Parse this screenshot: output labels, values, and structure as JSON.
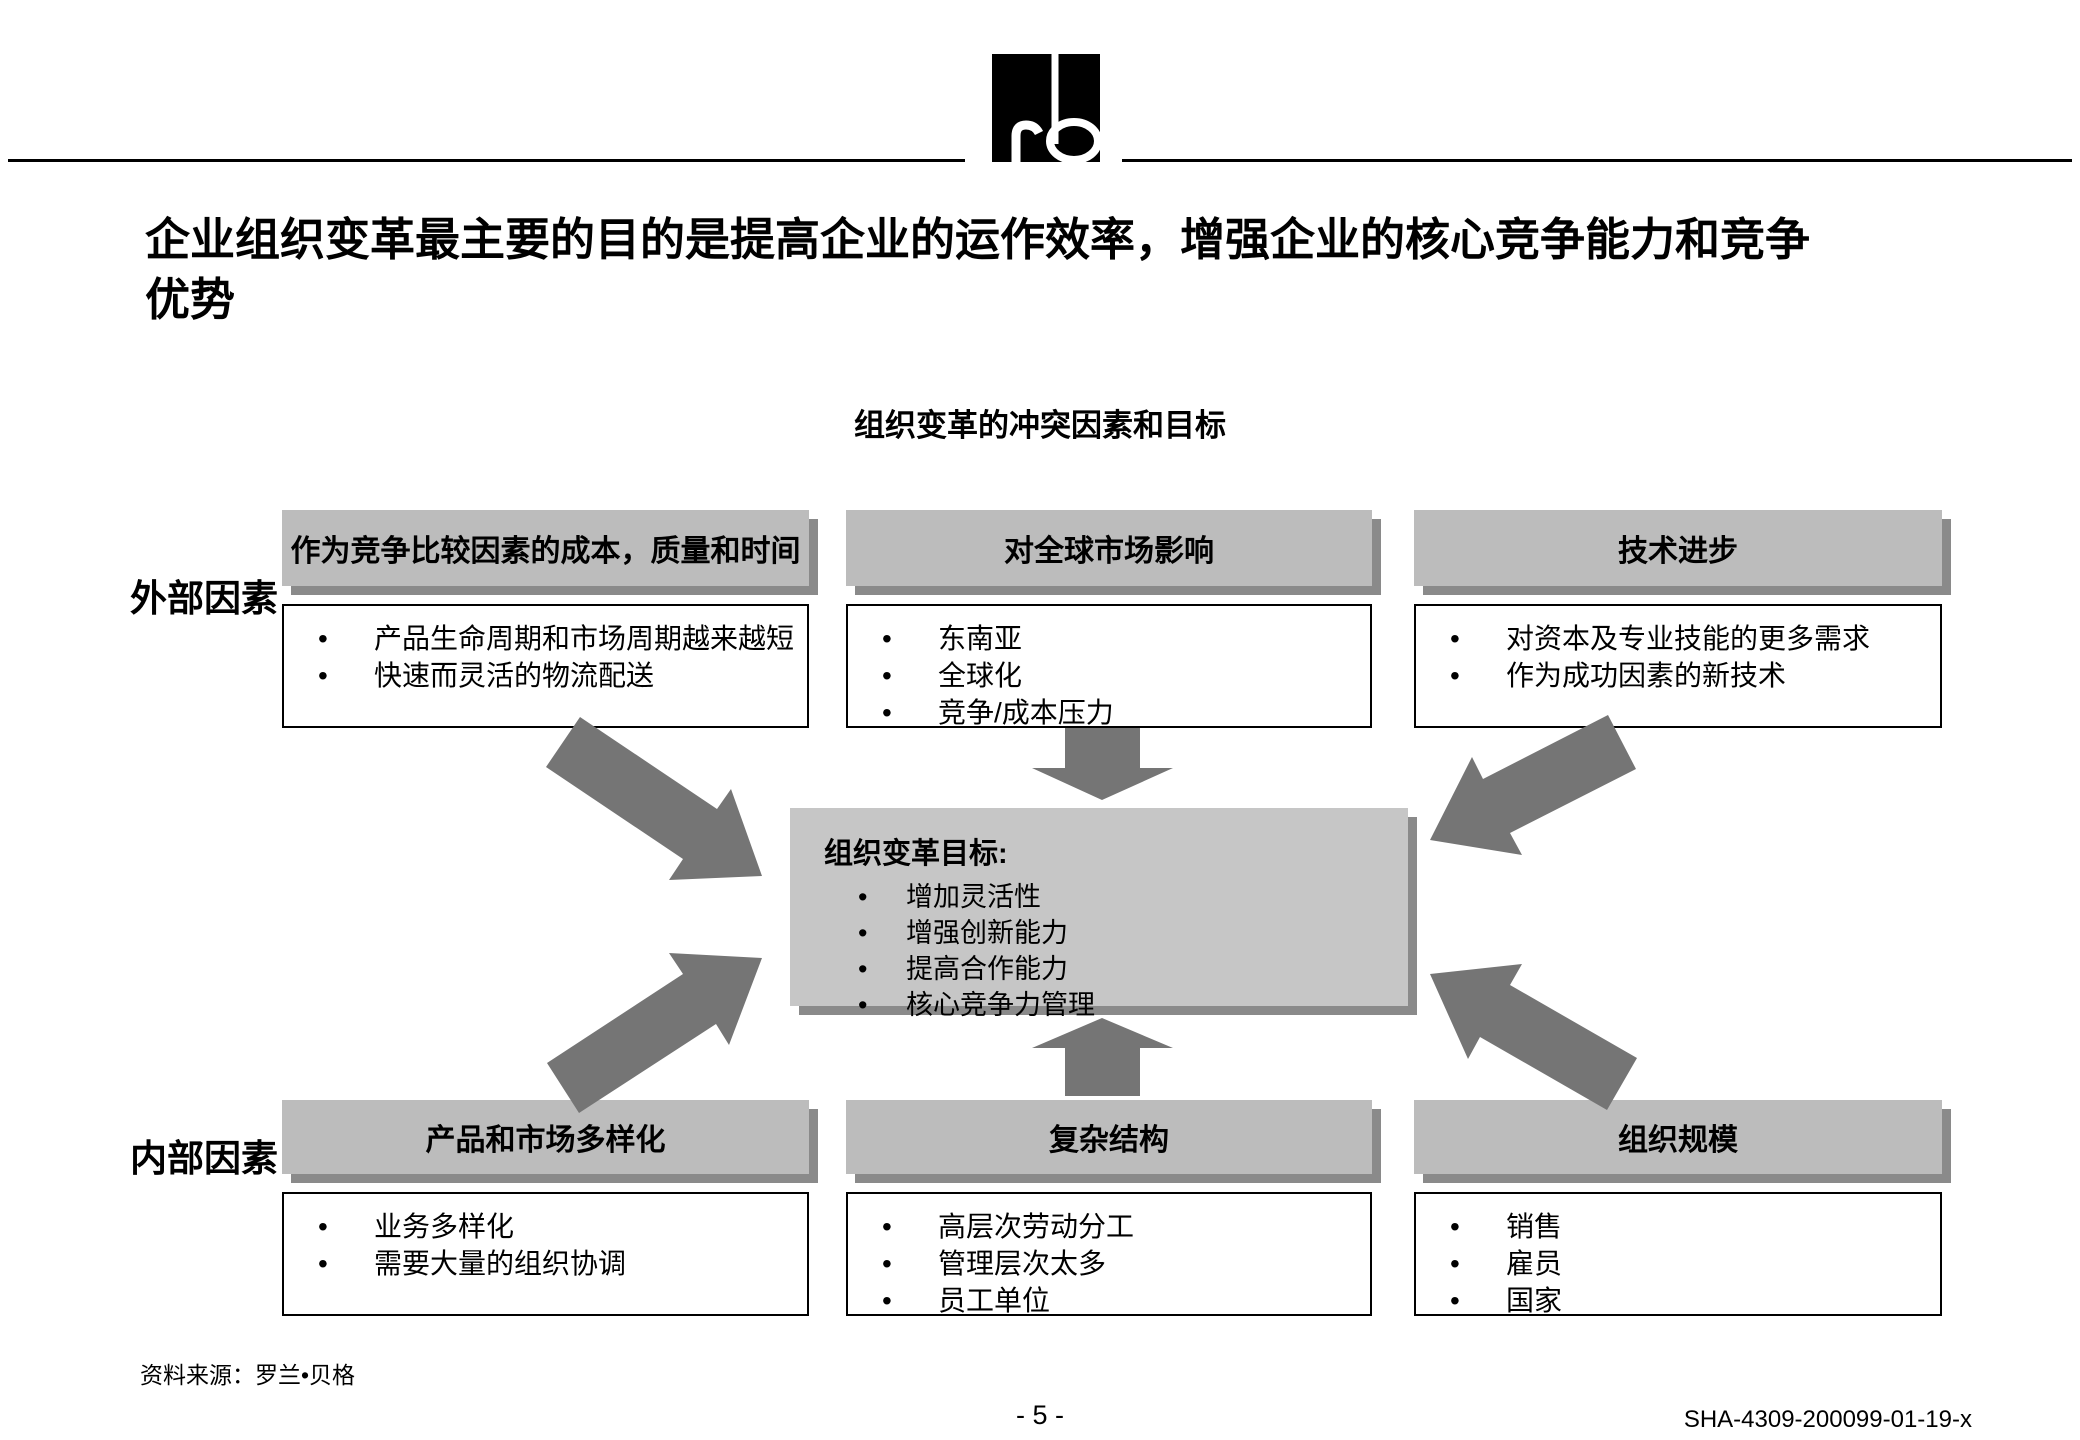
{
  "page": {
    "title": "企业组织变革最主要的目的是提高企业的运作效率，增强企业的核心竞争能力和竞争优势",
    "subtitle": "组织变革的冲突因素和目标",
    "logo_text": "rb",
    "source": "资料来源：罗兰•贝格",
    "page_number": "- 5 -",
    "doc_code": "SHA-4309-200099-01-19-x"
  },
  "labels": {
    "external": "外部因素",
    "internal": "内部因素"
  },
  "external_boxes": [
    {
      "header": "作为竞争比较因素的成本，质量和时间",
      "bullets": [
        "产品生命周期和市场周期越来越短",
        "快速而灵活的物流配送"
      ]
    },
    {
      "header": "对全球市场影响",
      "bullets": [
        "东南亚",
        "全球化",
        "竞争/成本压力"
      ]
    },
    {
      "header": "技术进步",
      "bullets": [
        "对资本及专业技能的更多需求",
        "作为成功因素的新技术"
      ]
    }
  ],
  "internal_boxes": [
    {
      "header": "产品和市场多样化",
      "bullets": [
        "业务多样化",
        "需要大量的组织协调"
      ]
    },
    {
      "header": "复杂结构",
      "bullets": [
        "高层次劳动分工",
        "管理层次太多",
        "员工单位"
      ]
    },
    {
      "header": "组织规模",
      "bullets": [
        "销售",
        "雇员",
        "国家"
      ]
    }
  ],
  "center": {
    "title": "组织变革目标:",
    "bullets": [
      "增加灵活性",
      "增强创新能力",
      "提高合作能力",
      "核心竞争力管理"
    ]
  },
  "glyphs": {
    "bullet": "•"
  },
  "colors": {
    "header_fill": "#bcbcbc",
    "center_fill": "#c6c6c6",
    "shadow": "#8a8a8a",
    "arrow": "#757575",
    "line": "#000000",
    "background": "#ffffff"
  }
}
